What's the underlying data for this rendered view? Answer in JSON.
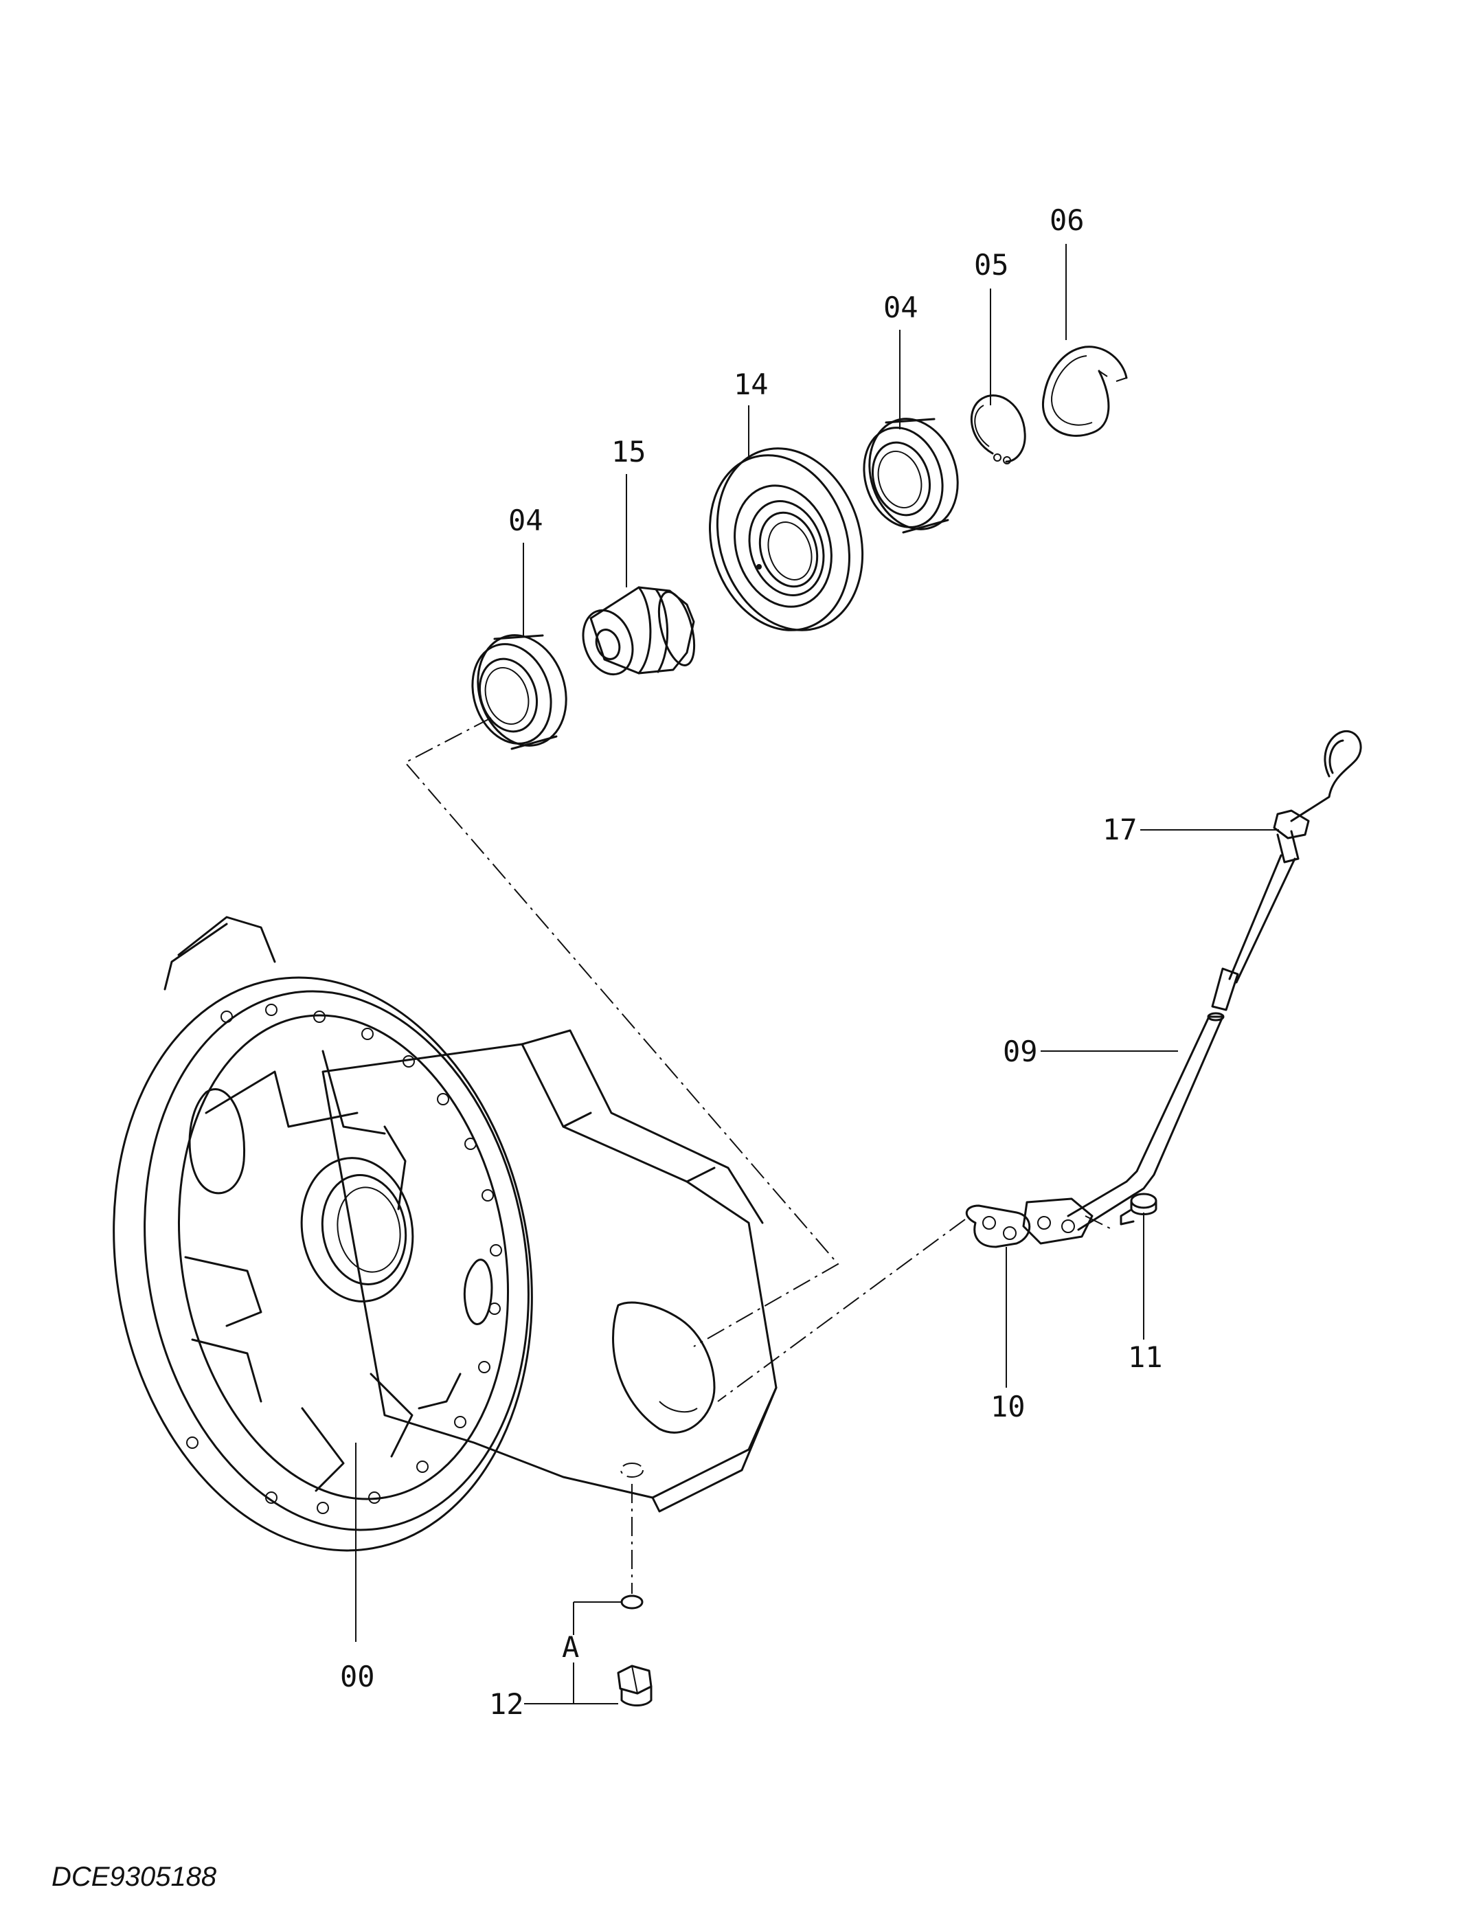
{
  "drawing_number": "DCE9305188",
  "callouts": {
    "c00": "00",
    "c04a": "04",
    "c04b": "04",
    "c05": "05",
    "c06": "06",
    "c09": "09",
    "c10": "10",
    "c11": "11",
    "c12": "12",
    "c14": "14",
    "c15": "15",
    "c17": "17",
    "cA": "A"
  },
  "colors": {
    "line": "#111111",
    "background": "#ffffff"
  }
}
